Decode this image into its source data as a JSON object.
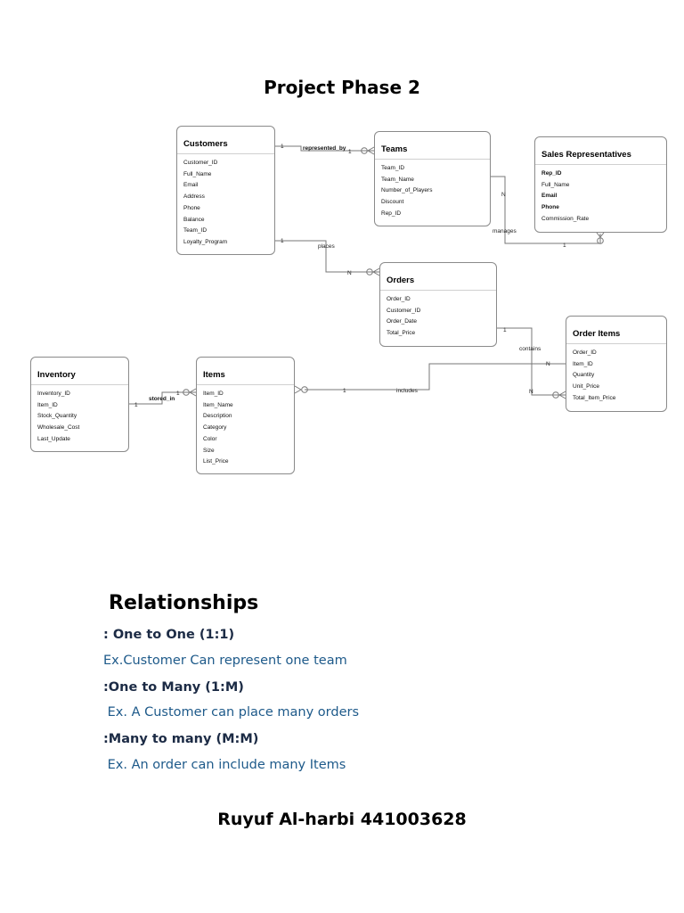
{
  "title": "Project Phase 2",
  "erd": {
    "customers": {
      "name": "Customers",
      "attrs": [
        "Customer_ID",
        "Full_Name",
        "Email",
        "Address",
        "Phone",
        "Balance",
        "Team_ID",
        "Loyalty_Program"
      ]
    },
    "teams": {
      "name": "Teams",
      "attrs": [
        "Team_ID",
        "Team_Name",
        "Number_of_Players",
        "Discount",
        "Rep_ID"
      ]
    },
    "sales_reps": {
      "name": "Sales Representatives",
      "attrs": [
        "Rep_ID",
        "Full_Name",
        "Email",
        "Phone",
        "Commission_Rate"
      ]
    },
    "orders": {
      "name": "Orders",
      "attrs": [
        "Order_ID",
        "Customer_ID",
        "Order_Date",
        "Total_Price"
      ]
    },
    "order_items": {
      "name": "Order Items",
      "attrs": [
        "Order_ID",
        "Item_ID",
        "Quantity",
        "Unit_Price",
        "Total_Item_Price"
      ]
    },
    "inventory": {
      "name": "Inventory",
      "attrs": [
        "Inventory_ID",
        "Item_ID",
        "Stock_Quantity",
        "Wholesale_Cost",
        "Last_Update"
      ]
    },
    "items": {
      "name": "Items",
      "attrs": [
        "Item_ID",
        "Item_Name",
        "Description",
        "Category",
        "Color",
        "Size",
        "List_Price"
      ]
    },
    "labels": {
      "represented_by": "represented_by",
      "places": "places",
      "manages": "manages",
      "contains": "contains",
      "includes": "includes",
      "stored_in": "stored_in",
      "one": "1",
      "n": "N"
    }
  },
  "relationships": {
    "heading": "Relationships",
    "one_to_one": ": One to One (1:1)",
    "one_to_one_ex": "Ex.Customer Can represent one team",
    "one_to_many": ":One to  Many (1:M)",
    "one_to_many_ex": " Ex. A Customer can place many orders",
    "many_to_many": ":Many to many (M:M)",
    "many_to_many_ex": " Ex. An order can include many Items"
  },
  "author": "Ruyuf Al-harbi 441003628"
}
